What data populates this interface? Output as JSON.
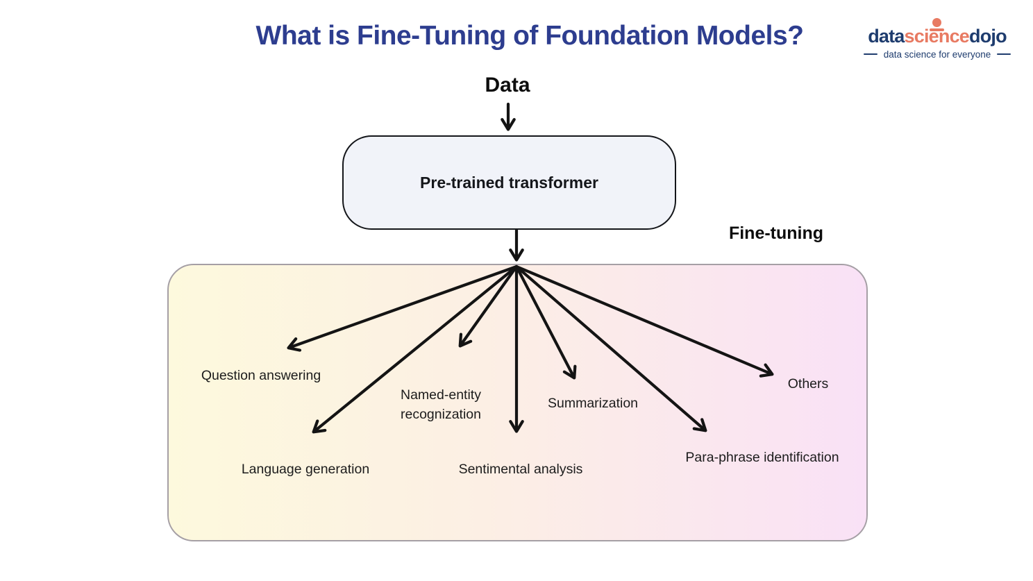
{
  "title": "What is Fine-Tuning of Foundation Models?",
  "logo": {
    "part1": "data",
    "part2": "science",
    "part3": "dojo",
    "tagline": "data science for everyone",
    "navy": "#1e3c6e",
    "salmon": "#e87a62"
  },
  "diagram": {
    "data_label": "Data",
    "box_label": "Pre-trained transformer",
    "fine_tuning_label": "Fine-tuning",
    "tasks": [
      {
        "id": "question-answering",
        "label": "Question answering"
      },
      {
        "id": "named-entity",
        "label": "Named-entity\nrecognization"
      },
      {
        "id": "summarization",
        "label": "Summarization"
      },
      {
        "id": "others",
        "label": "Others"
      },
      {
        "id": "language-generation",
        "label": "Language generation"
      },
      {
        "id": "sentimental-analysis",
        "label": "Sentimental analysis"
      },
      {
        "id": "para-phrase",
        "label": "Para-phrase identification"
      }
    ],
    "colors": {
      "title": "#2d3d8f",
      "box_fill": "#f1f3f9",
      "panel_gradient_left": "#fdf9dd",
      "panel_gradient_right": "#f9e1f6",
      "panel_border": "#a59fa5",
      "arrow": "#141414"
    }
  }
}
